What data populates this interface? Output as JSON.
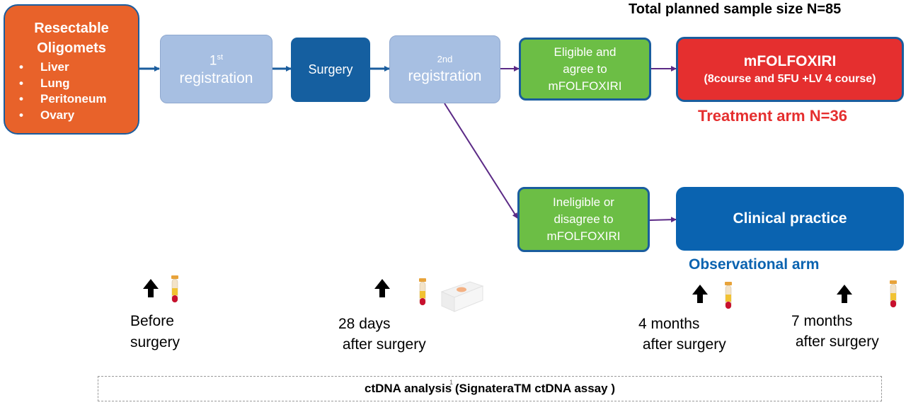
{
  "header": {
    "total_sample": "Total planned sample size N=85"
  },
  "boxes": {
    "resectable": {
      "title_line1": "Resectable",
      "title_line2": "Oligomets",
      "items": [
        "Liver",
        "Lung",
        "Peritoneum",
        "Ovary"
      ]
    },
    "first_registration": {
      "number": "1",
      "superscript": "st",
      "label": "registration"
    },
    "surgery": {
      "label": "Surgery"
    },
    "second_registration": {
      "number": "2nd",
      "label": "registration"
    },
    "eligible": {
      "line1": "Eligible  and",
      "line2": "agree to",
      "line3": "mFOLFOXIRI"
    },
    "ineligible": {
      "line1": "Ineligible  or",
      "line2": "disagree to",
      "line3": "mFOLFOXIRI"
    },
    "mfolfoxiri": {
      "title": "mFOLFOXIRI",
      "subtitle": "(8course and 5FU +LV 4 course)"
    },
    "clinical_practice": {
      "label": "Clinical practice"
    }
  },
  "arms": {
    "treatment": "Treatment arm N=36",
    "observational": "Observational arm"
  },
  "timepoints": [
    {
      "line1": "Before",
      "line2": "surgery"
    },
    {
      "line1": "28 days",
      "line2": " after surgery"
    },
    {
      "line1": "4 months",
      "line2": " after surgery"
    },
    {
      "line1": "7 months",
      "line2": " after surgery"
    }
  ],
  "footer": {
    "ctdna": "ctDNA analysis (SignateraTM ctDNA assay )",
    "page_mark": "1"
  },
  "colors": {
    "orange": "#E8622A",
    "light_blue": "#A7BFE2",
    "dark_blue": "#155FA0",
    "green": "#6CBE45",
    "red": "#E52F2F",
    "blue": "#0A63B0",
    "purple": "#5B2A86",
    "navy_arrow": "#1A5D9E",
    "box_border": "#1A5D9E"
  }
}
